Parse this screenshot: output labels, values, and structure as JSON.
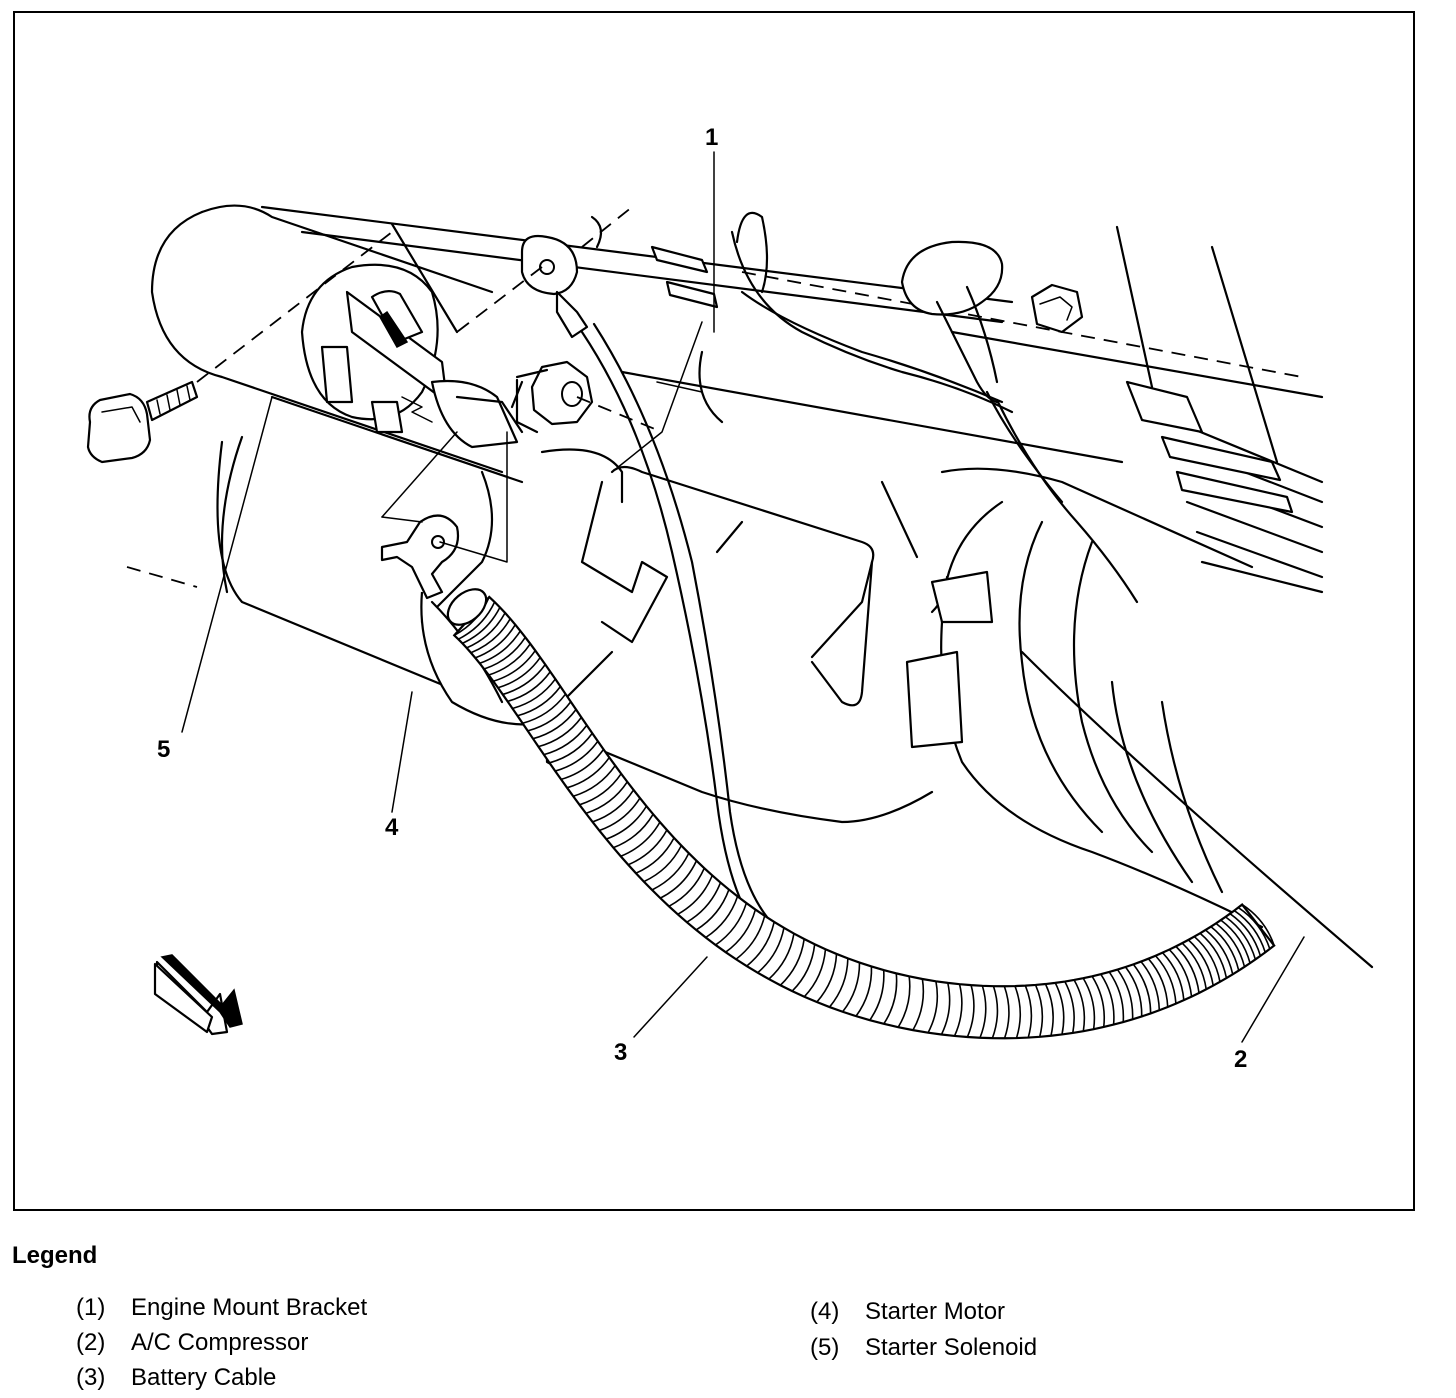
{
  "callouts": [
    {
      "id": 1,
      "label": "1"
    },
    {
      "id": 2,
      "label": "2"
    },
    {
      "id": 3,
      "label": "3"
    },
    {
      "id": 4,
      "label": "4"
    },
    {
      "id": 5,
      "label": "5"
    }
  ],
  "legend": {
    "title": "Legend",
    "items": [
      {
        "num": "(1)",
        "text": "Engine Mount Bracket"
      },
      {
        "num": "(2)",
        "text": "A/C Compressor"
      },
      {
        "num": "(3)",
        "text": "Battery Cable"
      },
      {
        "num": "(4)",
        "text": "Starter Motor"
      },
      {
        "num": "(5)",
        "text": "Starter Solenoid"
      }
    ]
  }
}
